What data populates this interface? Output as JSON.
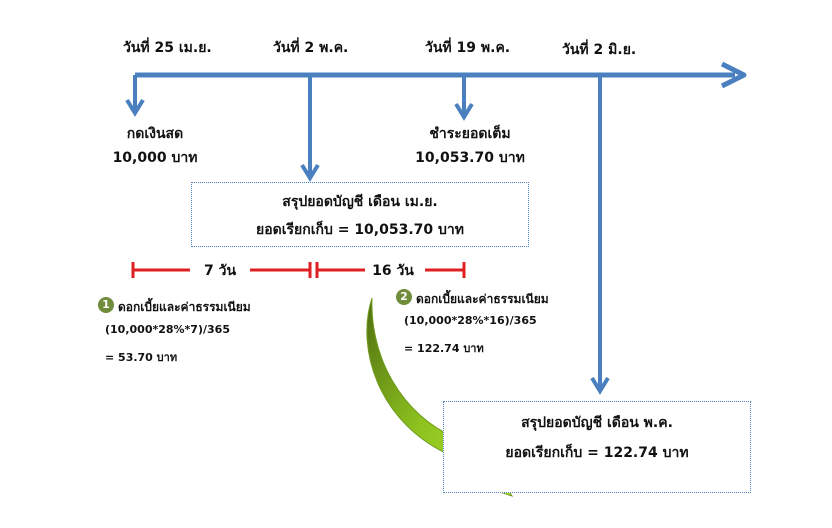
{
  "timeline": {
    "dates": [
      "วันที่ 25 เม.ย.",
      "วันที่ 2 พ.ค.",
      "วันที่ 19 พ.ค.",
      "วันที่ 2 มิ.ย."
    ]
  },
  "events": {
    "withdraw": {
      "title": "กดเงินสด",
      "amount": "10,000 บาท"
    },
    "payment": {
      "title": "ชำระยอดเต็ม",
      "amount": "10,053.70 บาท"
    }
  },
  "statement_april": {
    "line1": "สรุปยอดบัญชี เดือน เม.ย.",
    "line2": "ยอดเรียกเก็บ = 10,053.70 บาท"
  },
  "statement_may": {
    "line1": "สรุปยอดบัญชี เดือน พ.ค.",
    "line2": "ยอดเรียกเก็บ = 122.74 บาท"
  },
  "intervals": {
    "first": "7 วัน",
    "second": "16 วัน"
  },
  "interest_1": {
    "badge": "1",
    "title": "ดอกเบี้ยและค่าธรรมเนียม",
    "formula": "(10,000*28%*7)/365",
    "result": "= 53.70 บาท"
  },
  "interest_2": {
    "badge": "2",
    "title": "ดอกเบี้ยและค่าธรรมเนียม",
    "formula": "(10,000*28%*16)/365",
    "result": "= 122.74 บาท"
  },
  "colors": {
    "timeline": "#4a7fc0",
    "interval": "#e02020",
    "curve_arrow": "#8dc21f",
    "badge": "#6f8d3a"
  }
}
